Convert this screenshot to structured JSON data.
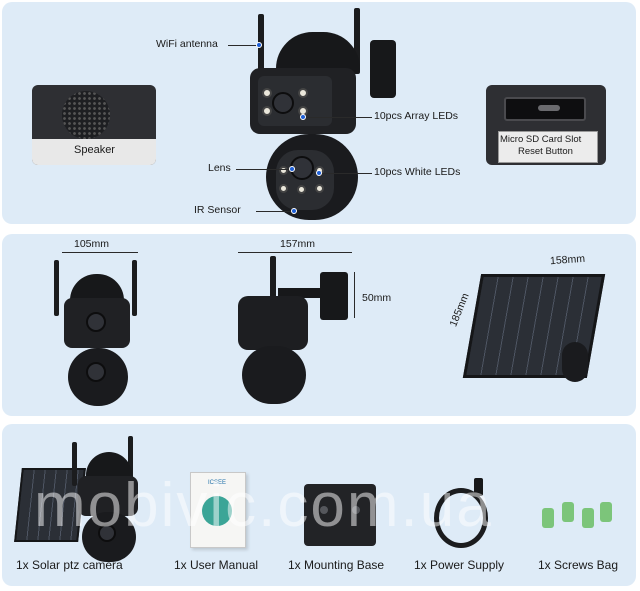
{
  "features": {
    "wifi_antenna": "WiFi antenna",
    "array_leds": "10pcs Array LEDs",
    "lens": "Lens",
    "white_leds": "10pcs White LEDs",
    "ir_sensor": "IR Sensor",
    "speaker": "Speaker",
    "sd_slot_line1": "Micro SD Card Slot",
    "sd_slot_line2": "Reset Button"
  },
  "dimensions": {
    "front_width": "105mm",
    "side_width": "157mm",
    "side_depth": "50mm",
    "panel_width": "158mm",
    "panel_height": "185mm"
  },
  "package": [
    {
      "label": "1x Solar ptz camera"
    },
    {
      "label": "1x User Manual"
    },
    {
      "label": "1x Mounting Base"
    },
    {
      "label": "1x Power Supply"
    },
    {
      "label": "1x Screws Bag"
    }
  ],
  "manual_brand": "ICSEE",
  "watermark": "mobivic.com.ua",
  "colors": {
    "panel_bg": "#deebf7",
    "camera": "#17181a",
    "accent_dot": "#1e5fd6"
  }
}
